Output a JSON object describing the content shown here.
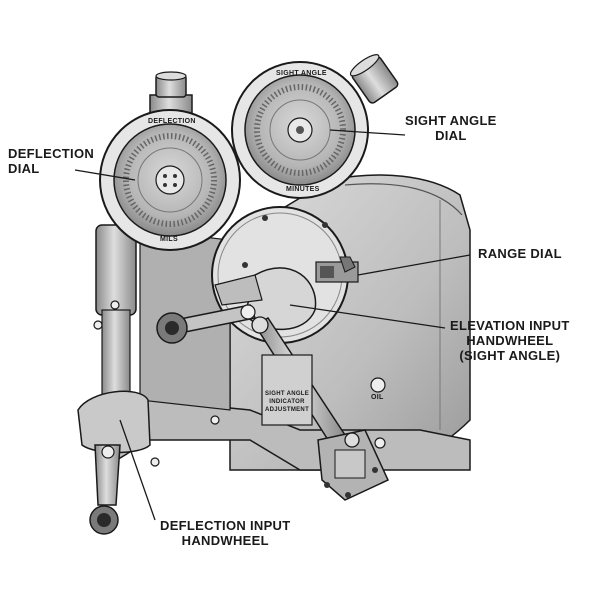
{
  "labels": {
    "deflection_dial": [
      "DEFLECTION",
      "DIAL"
    ],
    "sight_angle_dial": [
      "SIGHT ANGLE",
      "DIAL"
    ],
    "range_dial": [
      "RANGE DIAL"
    ],
    "elevation_input_handwheel": [
      "ELEVATION INPUT",
      "HANDWHEEL",
      "(SIGHT ANGLE)"
    ],
    "deflection_input_handwheel": [
      "DEFLECTION INPUT",
      "HANDWHEEL"
    ]
  },
  "dial_text": {
    "deflection_top": "DEFLECTION",
    "deflection_bottom": "MILS",
    "sight_top": "SIGHT ANGLE",
    "sight_bottom": "MINUTES",
    "oil": "OIL",
    "plate": [
      "SIGHT ANGLE",
      "INDICATOR",
      "ADJUSTMENT"
    ]
  },
  "colors": {
    "ink": "#1a1a1a",
    "body": "#c9c9c9",
    "body_dark": "#8f8f8f",
    "dial_face": "#bdbdbd",
    "highlight": "#efefef"
  }
}
